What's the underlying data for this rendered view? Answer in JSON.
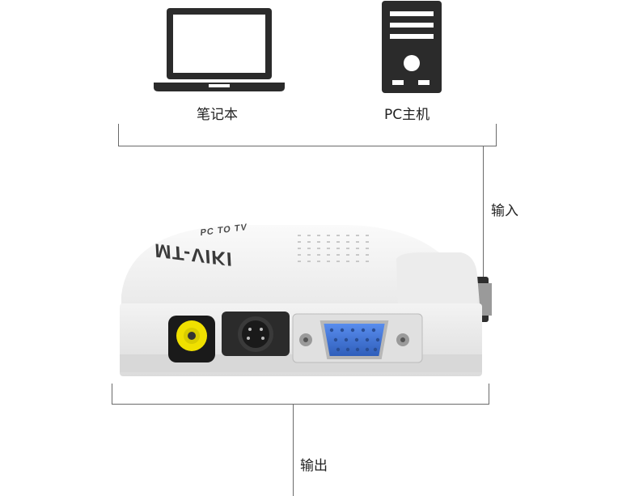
{
  "labels": {
    "laptop": "笔记本",
    "pc": "PC主机",
    "input": "输入",
    "output": "输出"
  },
  "device": {
    "brand_text": "MT-VIKI",
    "model_text": "PC TO TV"
  },
  "icons": {
    "laptop": "laptop-icon",
    "pc": "desktop-tower-icon"
  },
  "colors": {
    "icon": "#2b2b2b",
    "device_body": "#f2f2f2",
    "rca": "#f0e000",
    "vga": "#3d6fd0",
    "line": "#6a6a6a"
  }
}
